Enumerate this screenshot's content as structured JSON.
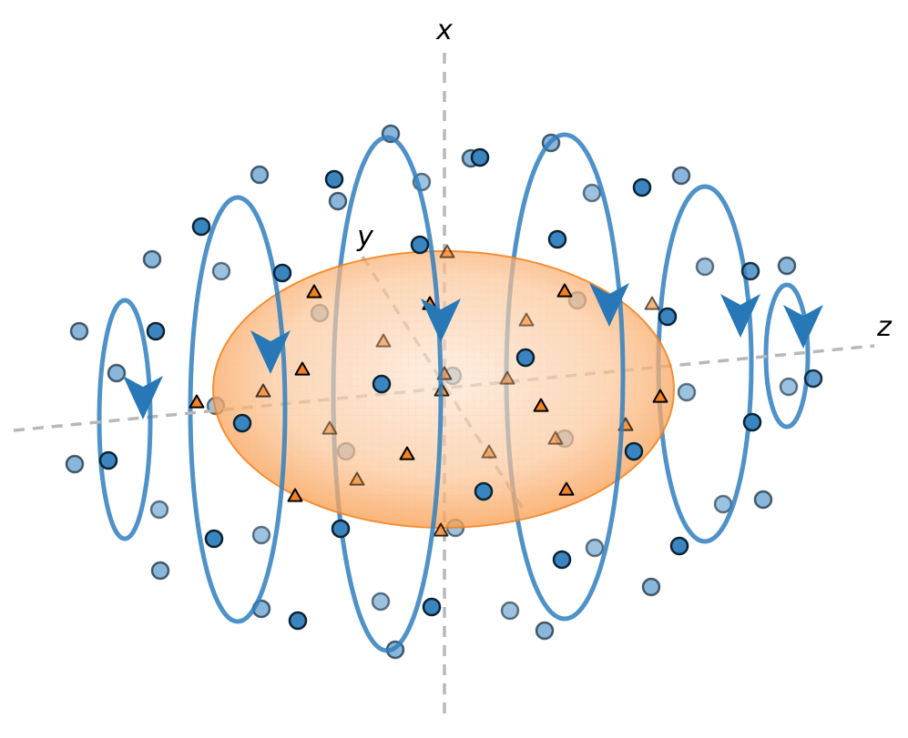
{
  "axes": {
    "x_label": "x",
    "y_label": "y",
    "z_label": "z"
  },
  "colors": {
    "loop": "#2f7fbf",
    "arrow": "#2878b8",
    "particle_fill": "#3a85c0",
    "particle_edge": "#0b2233",
    "ellipsoid_fill": "#fbb27a",
    "ellipsoid_edge": "#f7821e",
    "triangle_fill": "#f58220",
    "axis": "#b8b8b8"
  },
  "icons": {
    "loop_direction": "arrowhead-down-icon",
    "particle": "circle-marker-icon",
    "ion": "triangle-marker-icon"
  },
  "counts": {
    "current_loops": 6,
    "particles": 60,
    "triangles": 24
  }
}
